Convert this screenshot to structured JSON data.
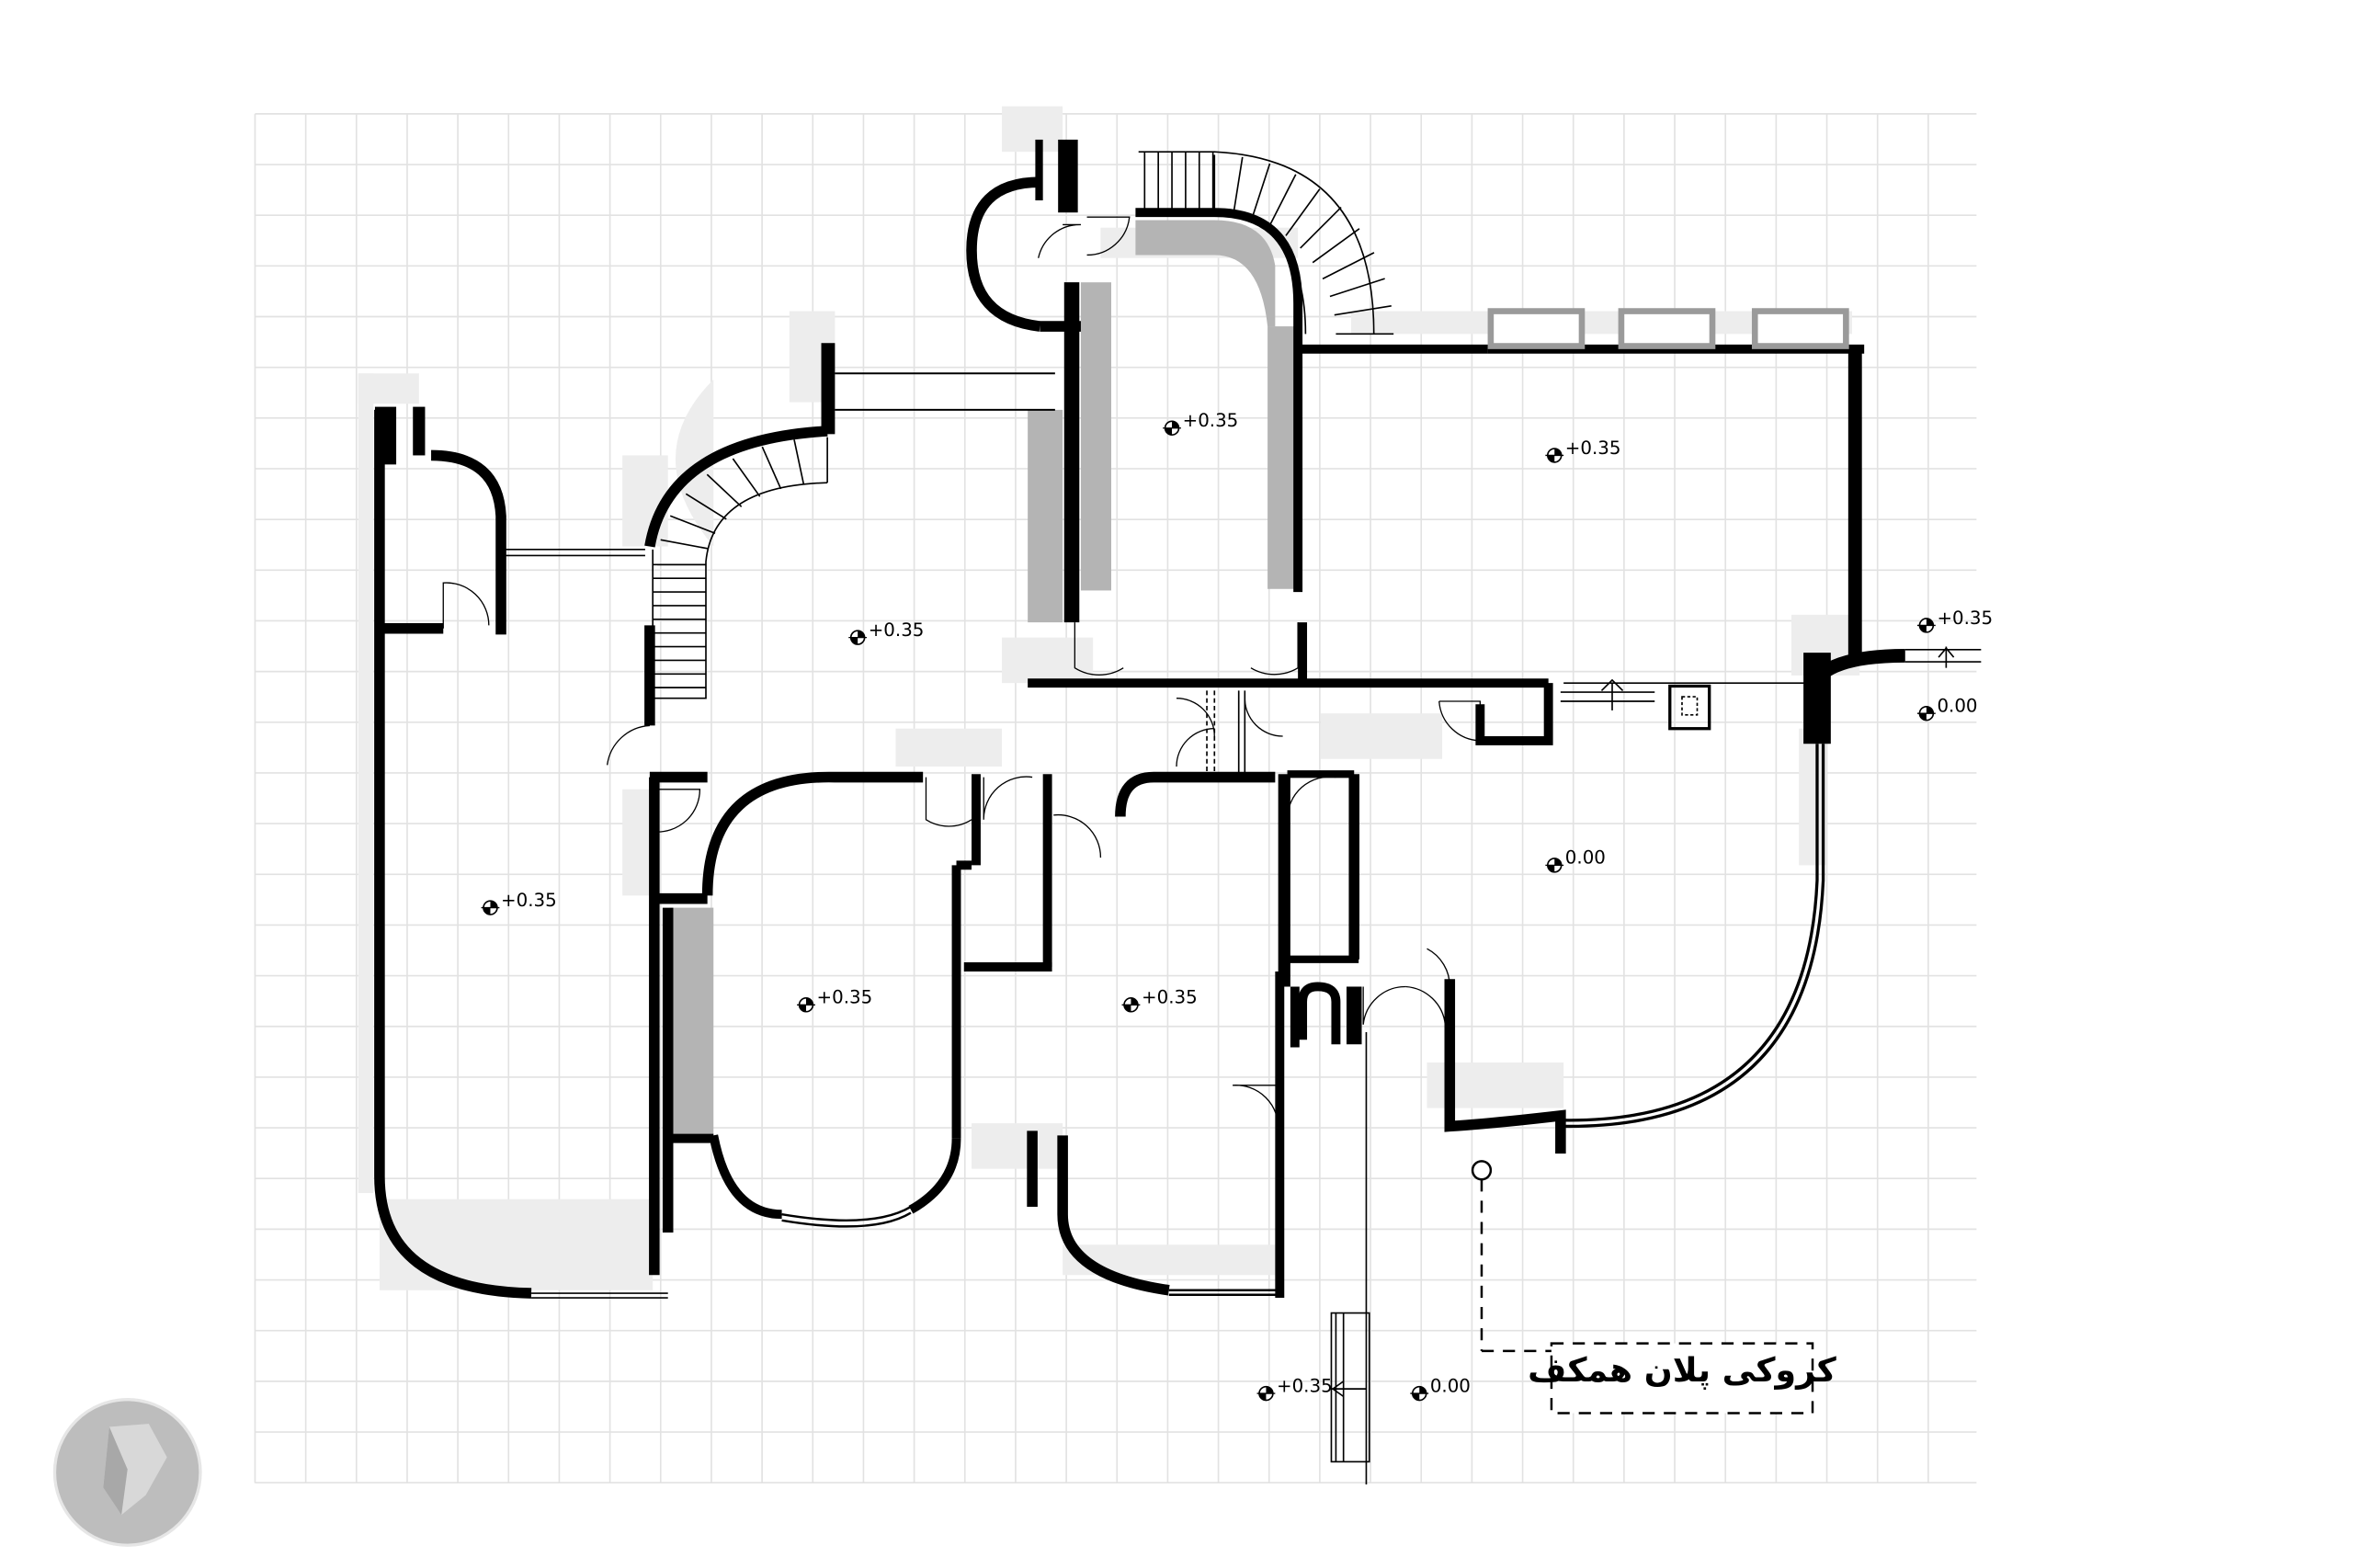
{
  "drawing": {
    "title": "کروکی پلان همکف",
    "grid": true,
    "levels": [
      "+0.35",
      "+0.35",
      "+0.35",
      "+0.35",
      "+0.35",
      "+0.35",
      "+0.35",
      "0.00",
      "0.00",
      "+0.35",
      "0.00"
    ]
  },
  "colors": {
    "wall": "#000000",
    "shadow": "#ececec",
    "hatch": "#b4b4b4",
    "grid": "#e0e0e0",
    "logo": "#bdbdbd"
  },
  "icons": [
    "level-marker-icon",
    "logo-icon",
    "entrance-marker-icon"
  ]
}
